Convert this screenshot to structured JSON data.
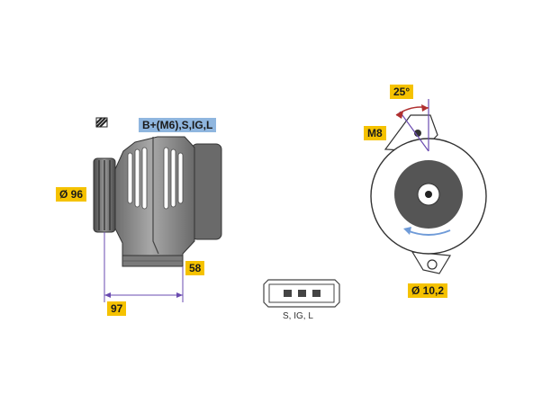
{
  "labels": {
    "terminal_spec": "B+(M6),S,IG,L",
    "diameter_96": "Ø 96",
    "dim_58": "58",
    "dim_97": "97",
    "angle_25": "25°",
    "thread_m8": "M8",
    "hole_diameter": "Ø 10,2",
    "plug_pins": "S,  IG,  L"
  },
  "colors": {
    "label_bg": "#f5c200",
    "terminal_bg": "#8fb6df",
    "dimension_line": "#6a4bb0",
    "body_gray": "#8c8c8c",
    "body_dark": "#555555",
    "arrow_blue": "#6f9bd8"
  }
}
